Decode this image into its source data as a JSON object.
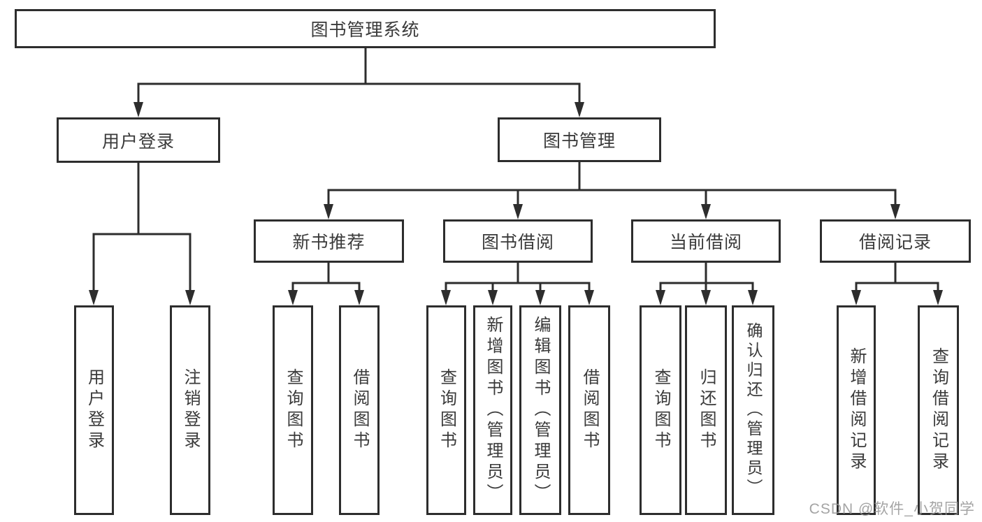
{
  "diagram_title": "图书管理系统",
  "nodes": {
    "root": {
      "label": "图书管理系统"
    },
    "user_login": {
      "label": "用户登录"
    },
    "book_mgmt": {
      "label": "图书管理"
    },
    "new_book_rec": {
      "label": "新书推荐"
    },
    "book_borrow": {
      "label": "图书借阅"
    },
    "current_borrow": {
      "label": "当前借阅"
    },
    "borrow_records": {
      "label": "借阅记录"
    },
    "leaf_user_login": {
      "label": "用户登录"
    },
    "leaf_logout": {
      "label": "注销登录"
    },
    "leaf_rec_query": {
      "label": "查询图书"
    },
    "leaf_rec_borrow": {
      "label": "借阅图书"
    },
    "leaf_bb_query": {
      "label": "查询图书"
    },
    "leaf_bb_add": {
      "label": "新增图书（管理员）"
    },
    "leaf_bb_edit": {
      "label": "编辑图书（管理员）"
    },
    "leaf_bb_borrow": {
      "label": "借阅图书"
    },
    "leaf_cb_query": {
      "label": "查询图书"
    },
    "leaf_cb_return": {
      "label": "归还图书"
    },
    "leaf_cb_confirm": {
      "label": "确认归还（管理员）"
    },
    "leaf_br_add": {
      "label": "新增借阅记录"
    },
    "leaf_br_query": {
      "label": "查询借阅记录"
    }
  },
  "hierarchy": {
    "图书管理系统": {
      "用户登录": [
        "用户登录",
        "注销登录"
      ],
      "图书管理": {
        "新书推荐": [
          "查询图书",
          "借阅图书"
        ],
        "图书借阅": [
          "查询图书",
          "新增图书（管理员）",
          "编辑图书（管理员）",
          "借阅图书"
        ],
        "当前借阅": [
          "查询图书",
          "归还图书",
          "确认归还（管理员）"
        ],
        "借阅记录": [
          "新增借阅记录",
          "查询借阅记录"
        ]
      }
    }
  },
  "watermark": {
    "text": "CSDN @软件_小贺同学"
  },
  "colors": {
    "line": "#2d2d2d",
    "text": "#3a3a3a",
    "background": "#ffffff",
    "watermark": "#949494"
  }
}
